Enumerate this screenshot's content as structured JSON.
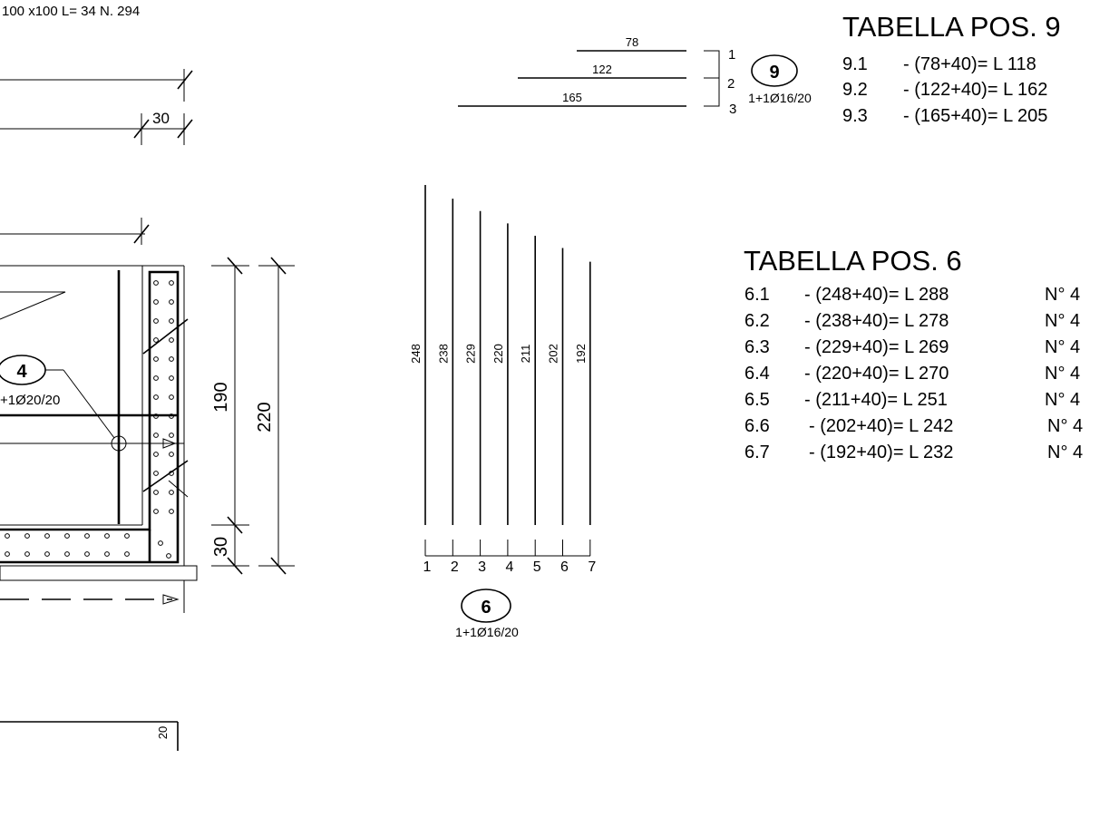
{
  "header_note": "100 x100 L= 34 N. 294",
  "dims": {
    "top_30": "30",
    "dim_190": "190",
    "dim_220": "220",
    "dim_30_bottom": "30",
    "dim_20": "20"
  },
  "callouts": {
    "pos4": {
      "number": "4",
      "spec": "+1Ø20/20"
    },
    "pos9": {
      "number": "9",
      "spec": "1+1Ø16/20"
    },
    "pos6": {
      "number": "6",
      "spec": "1+1Ø16/20"
    }
  },
  "pos9_bars": {
    "lengths": [
      "78",
      "122",
      "165"
    ],
    "indices": [
      "1",
      "2",
      "3"
    ]
  },
  "pos6_bars": {
    "lengths": [
      "248",
      "238",
      "229",
      "220",
      "211",
      "202",
      "192"
    ],
    "indices": [
      "1",
      "2",
      "3",
      "4",
      "5",
      "6",
      "7"
    ]
  },
  "table9": {
    "title": "TABELLA POS. 9",
    "rows": [
      {
        "id": "9.1",
        "formula": "- (78+40)= L 118"
      },
      {
        "id": "9.2",
        "formula": "- (122+40)= L 162"
      },
      {
        "id": "9.3",
        "formula": "- (165+40)= L 205"
      }
    ]
  },
  "table6": {
    "title": "TABELLA POS. 6",
    "rows": [
      {
        "id": "6.1",
        "formula": "- (248+40)= L 288",
        "count": "N° 4"
      },
      {
        "id": "6.2",
        "formula": "- (238+40)= L 278",
        "count": "N° 4"
      },
      {
        "id": "6.3",
        "formula": "- (229+40)= L 269",
        "count": "N° 4"
      },
      {
        "id": "6.4",
        "formula": "- (220+40)= L 270",
        "count": "N° 4"
      },
      {
        "id": "6.5",
        "formula": "- (211+40)= L 251",
        "count": "N° 4"
      },
      {
        "id": "6.6",
        "formula": "- (202+40)= L 242",
        "count": "N° 4"
      },
      {
        "id": "6.7",
        "formula": "- (192+40)= L 232",
        "count": "N° 4"
      }
    ]
  }
}
